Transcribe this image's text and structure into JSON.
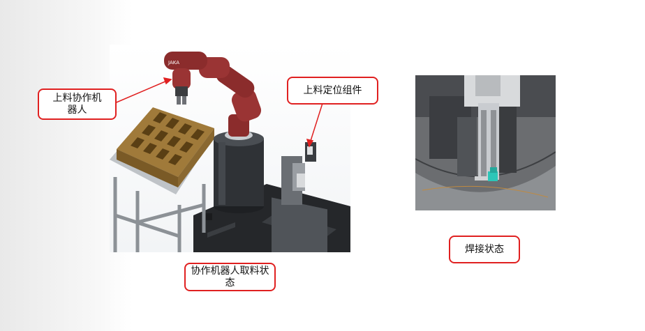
{
  "labels": {
    "loading_robot": "上料协作机器人",
    "positioning_assembly": "上料定位组件",
    "robot_pick_state": "协作机器人取料状态",
    "welding_state": "焊接状态",
    "robot_brand_mark": "JAKA"
  },
  "colors": {
    "callout_border": "#e02020",
    "robot_body": "#8b2c2c",
    "pedestal": "#2f3236",
    "tray": "#a07a3a",
    "accent_cube": "#2cc6b8"
  }
}
